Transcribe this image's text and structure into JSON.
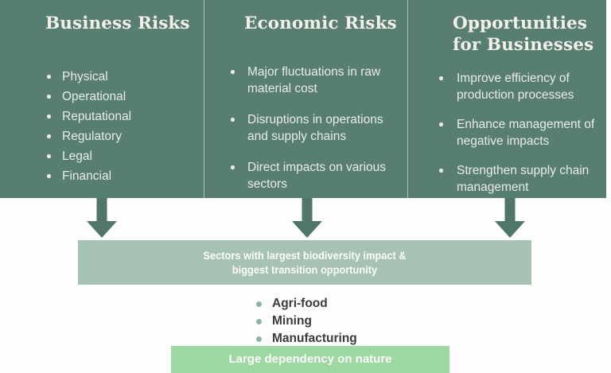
{
  "palette": {
    "header_green": "#587e71",
    "arrow_green": "#4f7669",
    "sectors_box_green": "#a5c2b3",
    "dependency_box_green": "#9dd7a1",
    "key_bullet_green": "#8cb6a2",
    "light_text": "#f2f0e9",
    "dark_text": "#3b3b3b"
  },
  "columns": [
    {
      "title": "Business Risks",
      "items": [
        "Physical",
        "Operational",
        "Reputational",
        "Regulatory",
        "Legal",
        "Financial"
      ]
    },
    {
      "title": "Economic Risks",
      "items": [
        "Major fluctuations in raw material cost",
        "Disruptions in operations and supply chains",
        "Direct impacts on various sectors"
      ]
    },
    {
      "title": "Opportunities for Businesses",
      "items": [
        "Improve efficiency of production processes",
        "Enhance management of negative impacts",
        "Strengthen supply chain management"
      ]
    }
  ],
  "sectors_box": {
    "lines": [
      "Sectors with largest biodiversity impact &",
      "biggest transition opportunity"
    ]
  },
  "key_sectors": [
    "Agri-food",
    "Mining",
    "Manufacturing"
  ],
  "dependency_box": {
    "label": "Large dependency on nature"
  }
}
